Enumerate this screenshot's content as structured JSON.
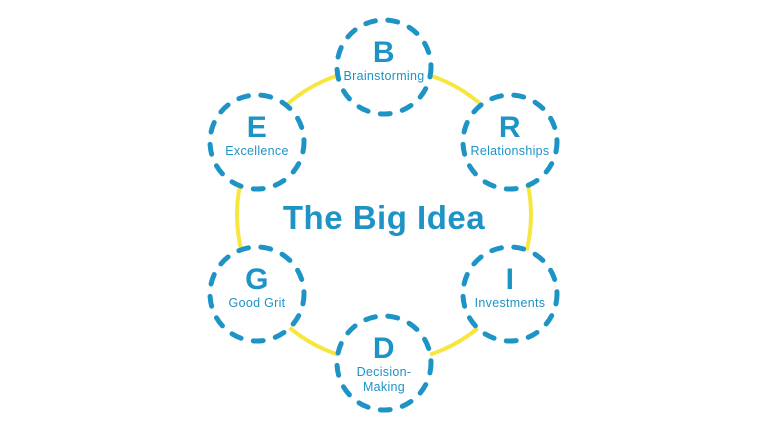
{
  "title": "The Big Idea",
  "colors": {
    "accent_blue": "#1d93c6",
    "ring_yellow": "#f7e63e",
    "background": "#ffffff"
  },
  "nodes": [
    {
      "letter": "B",
      "label_lines": [
        "Brainstorming"
      ]
    },
    {
      "letter": "R",
      "label_lines": [
        "Relationships"
      ]
    },
    {
      "letter": "I",
      "label_lines": [
        "Investments"
      ]
    },
    {
      "letter": "D",
      "label_lines": [
        "Decision-",
        "Making"
      ]
    },
    {
      "letter": "G",
      "label_lines": [
        "Good Grit"
      ]
    },
    {
      "letter": "E",
      "label_lines": [
        "Excellence"
      ]
    }
  ]
}
